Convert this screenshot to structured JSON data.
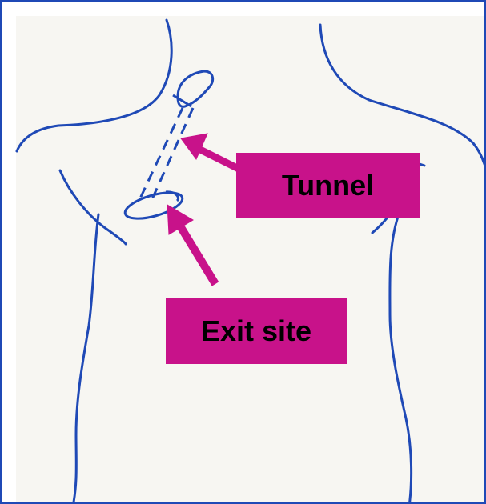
{
  "labels": {
    "tunnel": "Tunnel",
    "exit_site": "Exit site"
  },
  "colors": {
    "frame_border": "#1f49b6",
    "outline_ink": "#1f49b6",
    "callout_fill": "#c8128a",
    "label_text": "#000000"
  },
  "icons": {
    "tunnel_pointer": "arrow",
    "exit_site_pointer": "arrow"
  }
}
